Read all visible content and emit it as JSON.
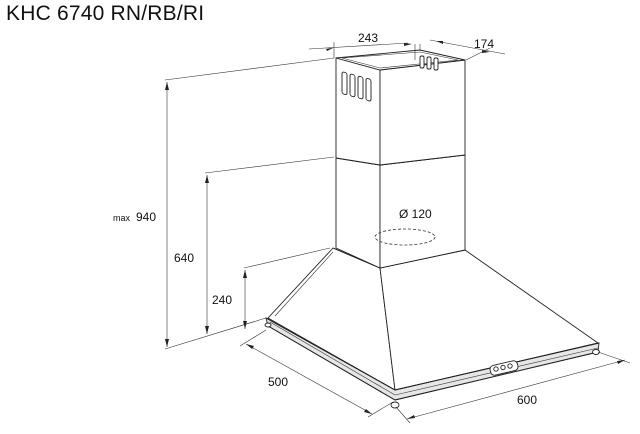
{
  "title": "KHC 6740 RN/RB/RI",
  "dimensions": {
    "chimney_width": "243",
    "chimney_depth": "174",
    "max_height_prefix": "max",
    "max_height": "940",
    "height_640": "640",
    "height_240": "240",
    "outlet_diameter": "Ø 120",
    "depth": "500",
    "width": "600"
  }
}
